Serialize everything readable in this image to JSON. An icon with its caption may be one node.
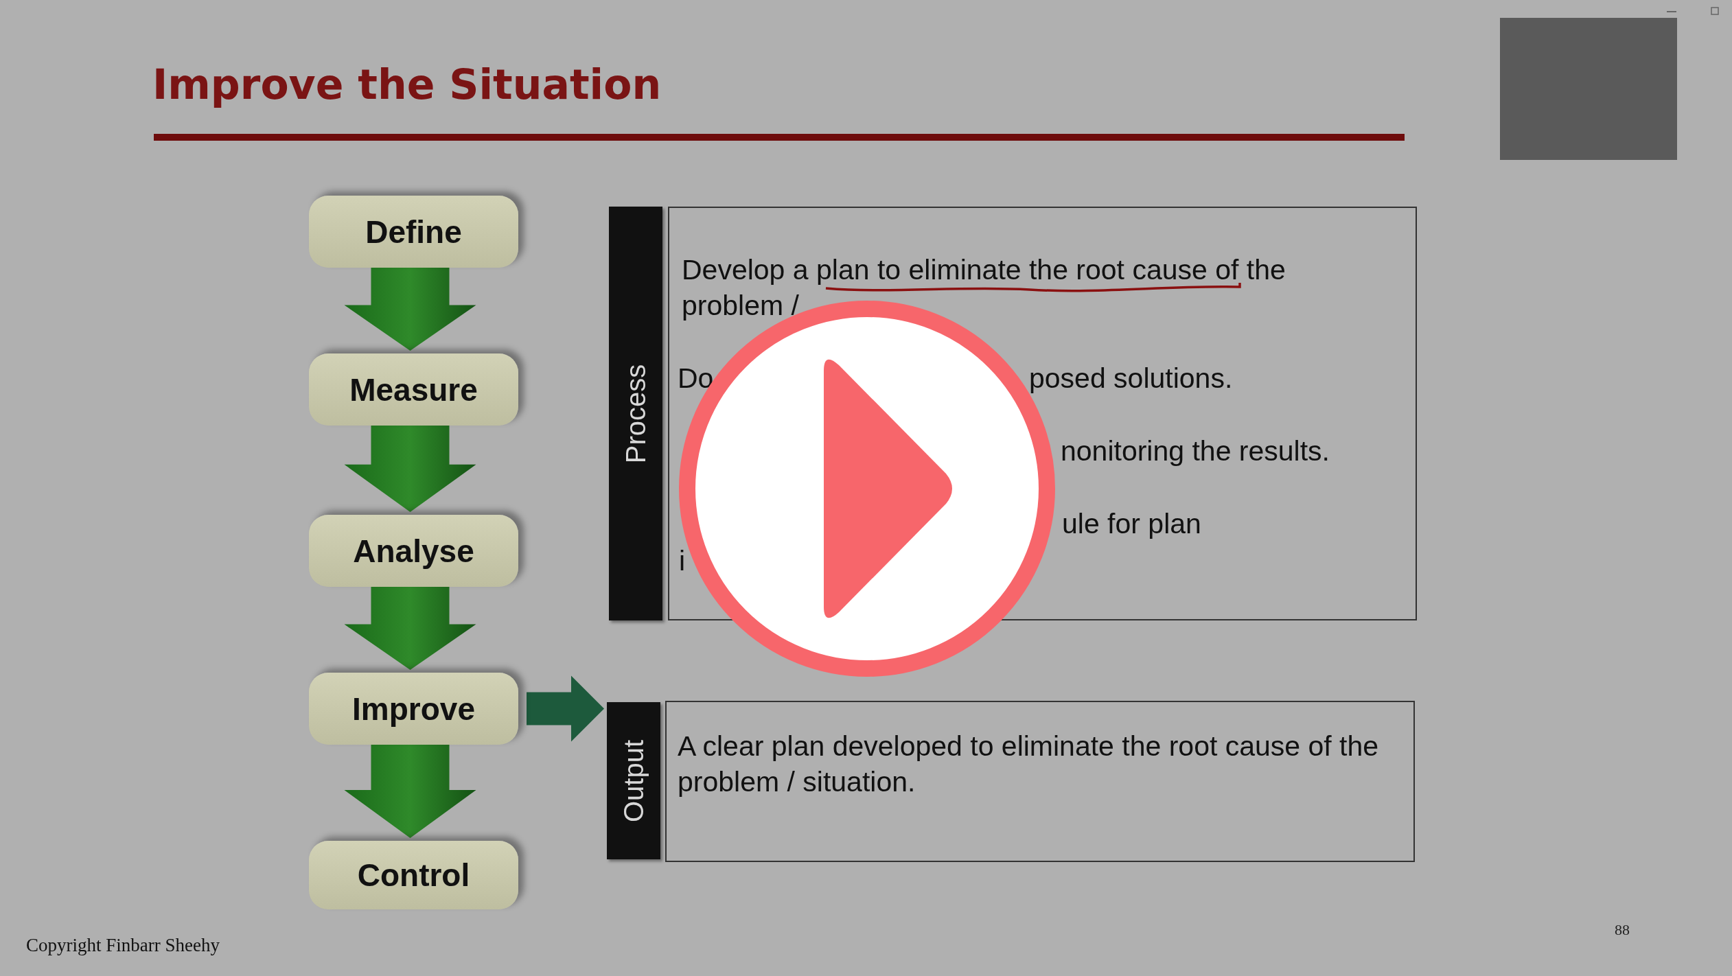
{
  "diagram": {
    "title": "Improve the Situation",
    "nodes": [
      {
        "text": [
          "Define"
        ]
      },
      {
        "text": [
          "Measure"
        ]
      },
      {
        "text": [
          "Analyse"
        ]
      },
      {
        "text": [
          "Improve"
        ]
      },
      {
        "text": [
          "Control"
        ]
      },
      {
        "text": [
          "Process"
        ]
      },
      {
        "text": [
          "Develop a plan to eliminate the root cause of the",
          "problem /",
          "Do",
          "posed solutions.",
          "nonitoring the results.",
          "ule for plan",
          "i"
        ]
      },
      {
        "text": [
          "Output"
        ]
      },
      {
        "text": [
          "A clear plan developed to eliminate the root cause of the problem / situation."
        ]
      }
    ],
    "edges": [
      {
        "from": 0,
        "to": 1,
        "arrow": "to"
      },
      {
        "from": 1,
        "to": 2,
        "arrow": "to"
      },
      {
        "from": 2,
        "to": 3,
        "arrow": "to"
      },
      {
        "from": 3,
        "to": 4,
        "arrow": "to"
      },
      {
        "from": 3,
        "to": 7,
        "arrow": "to",
        "color": "#1d5a3c"
      }
    ],
    "labels": [
      "Copyright Finbarr Sheehy",
      "88"
    ]
  }
}
